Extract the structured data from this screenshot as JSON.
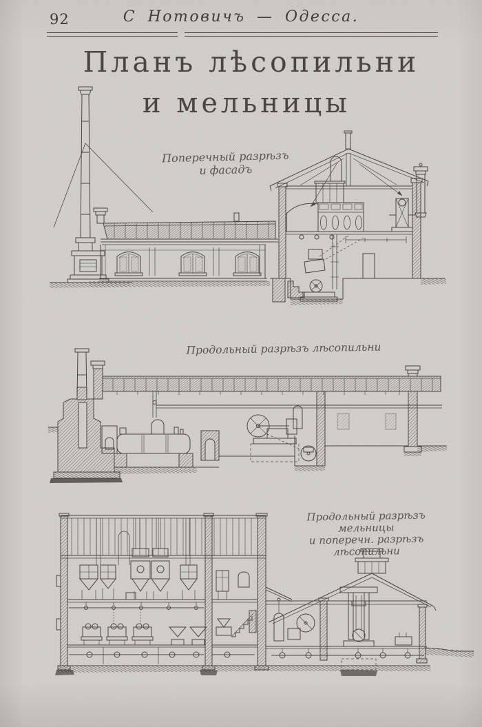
{
  "page": {
    "number": "92",
    "header": "С Нотовичъ — Одесса.",
    "title_line1": "Планъ лѣсопильни",
    "title_line2": "и мельницы"
  },
  "drawings": [
    {
      "id": "cross-section-and-facade",
      "caption_lines": [
        "Поперечный разрѣзъ",
        "и фасадъ"
      ]
    },
    {
      "id": "longitudinal-section-sawmill",
      "caption_lines": [
        "Продольный разрѣзъ лѣсопильни"
      ]
    },
    {
      "id": "longitudinal-section-mill",
      "caption_lines": [
        "Продольный разрѣзъ",
        "мельницы",
        "и поперечн. разрѣзъ",
        "лѣсопильни"
      ]
    }
  ],
  "colors": {
    "paper": "#d1d0ca",
    "ink": "#45443f",
    "text": "#3a3934"
  }
}
